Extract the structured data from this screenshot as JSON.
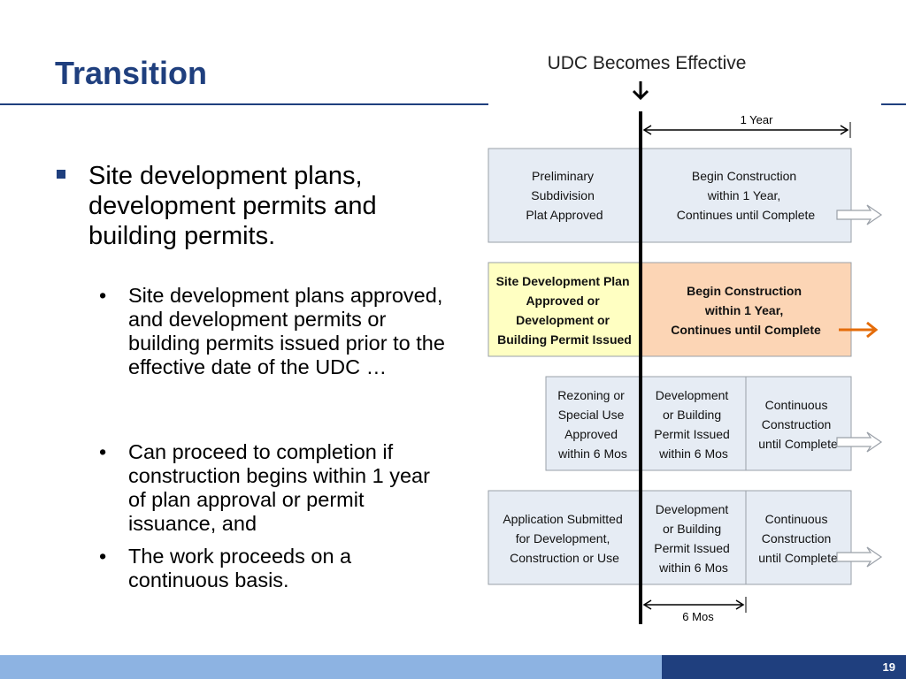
{
  "slide": {
    "title": "Transition",
    "page_number": "19"
  },
  "content": {
    "main_bullet": "Site development plans, development permits and building permits.",
    "sub_bullets": [
      "Site development plans approved, and development permits or building permits issued prior to the effective date of the UDC …",
      "Can proceed to completion if construction begins within 1 year of plan approval or permit issuance, and",
      "The work proceeds on a continuous basis."
    ]
  },
  "diagram": {
    "header": "UDC Becomes Effective",
    "top_span_label": "1 Year",
    "bottom_span_label": "6 Mos",
    "rows": [
      {
        "left": [
          "Preliminary",
          "Subdivision",
          "Plat Approved"
        ],
        "right": [
          "Begin Construction",
          "within 1 Year,",
          "Continues until Complete"
        ]
      },
      {
        "left": [
          "Site Development Plan",
          "Approved or",
          "Development or",
          "Building Permit Issued"
        ],
        "right": [
          "Begin Construction",
          "within 1 Year,",
          "Continues until Complete"
        ]
      },
      {
        "left": [
          "Rezoning or",
          "Special Use",
          "Approved",
          "within 6 Mos"
        ],
        "middle": [
          "Development",
          "or Building",
          "Permit Issued",
          "within 6 Mos"
        ],
        "right": [
          "Continuous",
          "Construction",
          "until Complete"
        ]
      },
      {
        "left": [
          "Application Submitted",
          "for Development,",
          "Construction or Use"
        ],
        "middle": [
          "Development",
          "or Building",
          "Permit Issued",
          "within 6 Mos"
        ],
        "right": [
          "Continuous",
          "Construction",
          "until Complete"
        ]
      }
    ],
    "colors": {
      "box_fill": "#e6ecf4",
      "box_stroke": "#9aa0a8",
      "highlight_left": "#ffffc2",
      "highlight_right": "#fcd5b5",
      "highlight_arrow": "#e46c0a",
      "title_color": "#1f3f7e"
    }
  }
}
